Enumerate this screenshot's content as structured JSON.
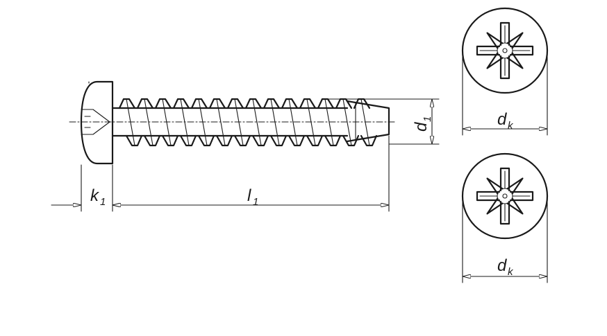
{
  "dimensions": {
    "k": {
      "letter": "k",
      "sub": "1"
    },
    "l": {
      "letter": "l",
      "sub": "1"
    },
    "d1": {
      "letter": "d",
      "sub": "1"
    },
    "dk_top": {
      "letter": "d",
      "sub": "k"
    },
    "dk_bottom": {
      "letter": "d",
      "sub": "k"
    }
  },
  "colors": {
    "line": "#1a1a1a",
    "background": "#ffffff"
  }
}
